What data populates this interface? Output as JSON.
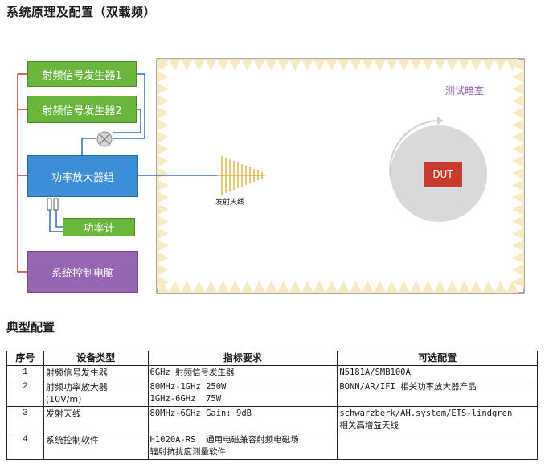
{
  "title": "系统原理及配置（双载频）",
  "subtitle": "典型配置",
  "diagram": {
    "signal_gen_1": "射频信号发生器1",
    "signal_gen_2": "射频信号发生器2",
    "amplifier_group": "功率放大器组",
    "power_meter": "功率计",
    "control_pc": "系统控制电脑",
    "antenna_label": "发射天线",
    "chamber_label": "测试暗室",
    "dut_label": "DUT",
    "colors": {
      "green": "#6ab63c",
      "blue": "#3d8ed6",
      "purple": "#9766b2",
      "red_wire": "#c8382b",
      "blue_wire": "#2d6fb8",
      "absorber": "#f6eac2",
      "dut": "#c83a2e"
    }
  },
  "table": {
    "headers": [
      "序号",
      "设备类型",
      "指标要求",
      "可选配置"
    ],
    "rows": [
      {
        "no": "1",
        "type": [
          "射频信号发生器"
        ],
        "spec": [
          "6GHz 射频信号发生器"
        ],
        "option": [
          "N5181A/SMB100A"
        ]
      },
      {
        "no": "2",
        "type": [
          "射频功率放大器",
          "(10V/m)"
        ],
        "spec": [
          "80MHz-1GHz 250W",
          "1GHz-6GHz  75W"
        ],
        "option": [
          "BONN/AR/IFI 相关功率放大器产品"
        ]
      },
      {
        "no": "3",
        "type": [
          "发射天线"
        ],
        "spec": [
          "80MHz-6GHz Gain: 9dB"
        ],
        "option": [
          "schwarzberk/AH.system/ETS-lindgren",
          "相关高增益天线"
        ]
      },
      {
        "no": "4",
        "type": [
          "系统控制软件"
        ],
        "spec": [
          "H1020A-RS  通用电磁兼容射频电磁场",
          "辐射抗扰度测量软件"
        ],
        "option": [
          ""
        ]
      }
    ]
  }
}
